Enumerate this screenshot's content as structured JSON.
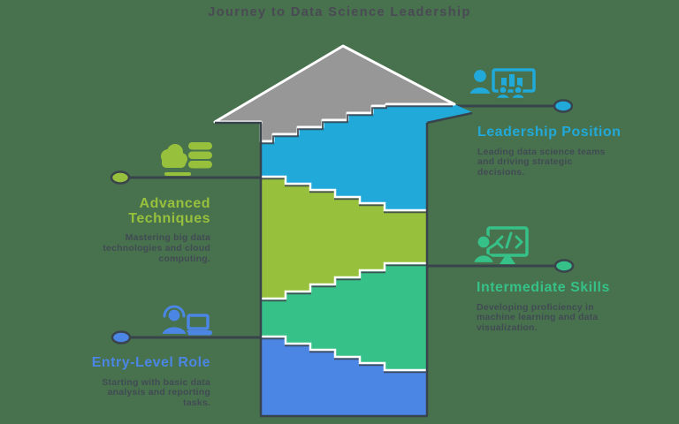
{
  "title": "Journey to Data Science Leadership",
  "colors": {
    "background": "#48714d",
    "title_text": "#4a4a55",
    "description_text": "#414b54",
    "connector": "#39434c",
    "arrow_head": "#979797",
    "stair_highlight": "#ffffff"
  },
  "stages": [
    {
      "name": "Entry-Level Role",
      "label_lines": [
        "Entry-Level Role"
      ],
      "description": "Starting with basic data analysis and reporting tasks.",
      "description_lines": [
        "Starting with basic data",
        "analysis and reporting",
        "tasks."
      ],
      "color": "#4b86e5",
      "icon": "headset-agent-laptop-icon",
      "side": "left"
    },
    {
      "name": "Intermediate Skills",
      "label_lines": [
        "Intermediate Skills"
      ],
      "description": "Developing proficiency in machine learning and data visualization.",
      "description_lines": [
        "Developing proficiency in",
        "machine learning and data",
        "visualization."
      ],
      "color": "#35c188",
      "icon": "presenter-code-screen-icon",
      "side": "right"
    },
    {
      "name": "Advanced Techniques",
      "label_lines": [
        "Advanced",
        "Techniques"
      ],
      "description": "Mastering big data technologies and cloud computing.",
      "description_lines": [
        "Mastering big data",
        "technologies and cloud",
        "computing."
      ],
      "color": "#97c13d",
      "icon": "cloud-database-icon",
      "side": "left"
    },
    {
      "name": "Leadership Position",
      "label_lines": [
        "Leadership Position"
      ],
      "description": "Leading data science teams and driving strategic decisions.",
      "description_lines": [
        "Leading data science teams",
        "and driving strategic",
        "decisions."
      ],
      "color": "#21a9d9",
      "icon": "team-presentation-chart-icon",
      "side": "right"
    }
  ]
}
